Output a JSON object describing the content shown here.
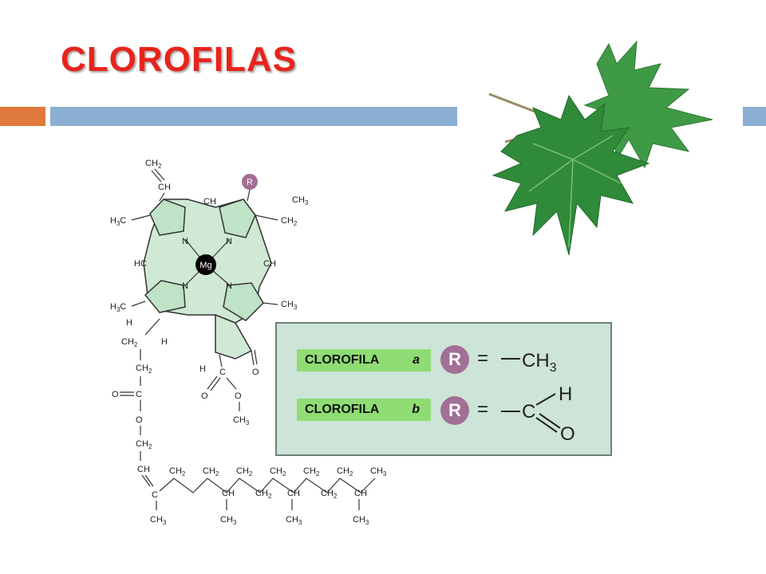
{
  "slide": {
    "title": "CLOROFILAS"
  },
  "colors": {
    "title": "#e8241c",
    "accent_orange": "#e07a3c",
    "accent_blue": "#8bafd3",
    "ring_fill": "#cfe9d4",
    "legend_fill": "#cde4d8",
    "label_green": "#8fdc74",
    "r_circle": "#a26f96",
    "leaf_green": "#2e8b3a"
  },
  "molecule": {
    "center_atom": "Mg",
    "r_group": "R",
    "labels": {
      "n": "N",
      "ch": "CH",
      "hc": "HC",
      "h": "H",
      "c": "C",
      "o": "O",
      "ch_main": "CH",
      "ch2_main": "CH",
      "ch3_main": "CH",
      "h3c_main": "H",
      "h3c_tail": "C",
      "sub2": "2",
      "sub3": "3"
    }
  },
  "legend": {
    "rows": [
      {
        "name": "CLOROFILA",
        "letter": "a",
        "r": "R",
        "equals": "="
      },
      {
        "name": "CLOROFILA",
        "letter": "b",
        "r": "R",
        "equals": "="
      }
    ],
    "formula_a": {
      "main": "CH",
      "sub": "3"
    },
    "formula_b": {
      "c": "C",
      "h": "H",
      "o": "O"
    }
  }
}
